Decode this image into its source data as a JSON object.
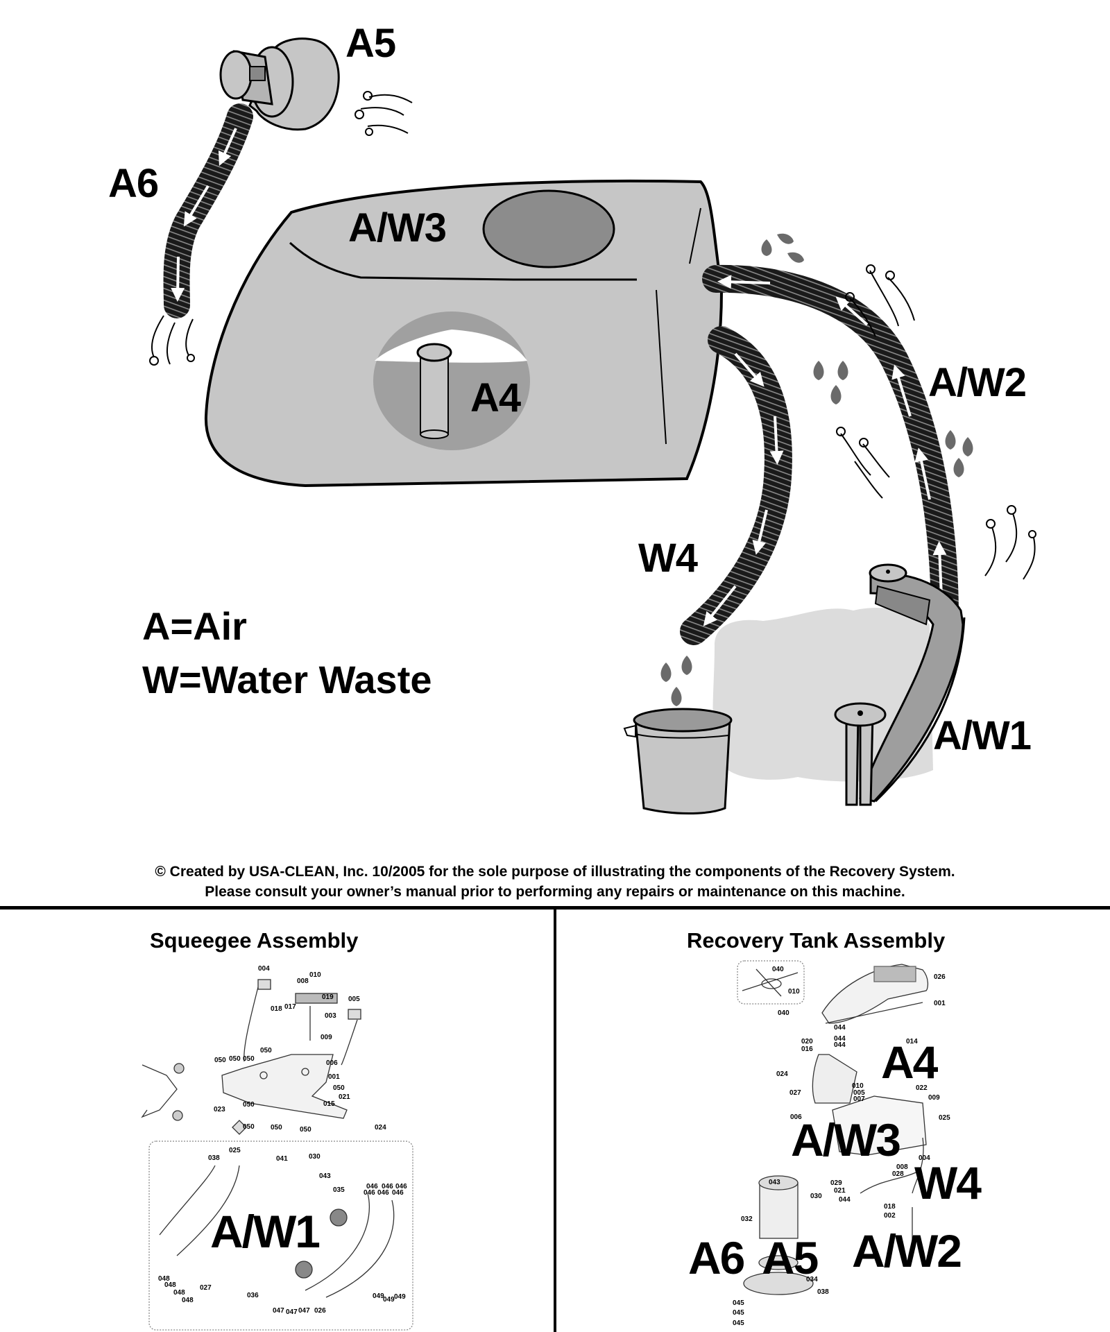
{
  "diagram": {
    "subject": "Floor scrubber recovery system",
    "top_labels": {
      "a5": "A5",
      "a6": "A6",
      "aw3": "A/W3",
      "a4": "A4",
      "aw2": "A/W2",
      "w4": "W4",
      "aw1": "A/W1"
    },
    "legend": {
      "air": "A=Air",
      "water": "W=Water Waste"
    },
    "copyright_note": {
      "line1": "© Created by USA-CLEAN, Inc. 10/2005 for the sole purpose of illustrating the components of the Recovery System.",
      "line2": "Please consult your owner’s manual prior to performing any repairs or maintenance on this machine."
    },
    "colors": {
      "tank_fill": "#c6c6c6",
      "hose": "#1a1a1a",
      "drop": "#6a6a6a",
      "puddle": "#dcdcdc",
      "tank_opening": "#8c8c8c"
    }
  },
  "panels": {
    "squeegee": {
      "title": "Squeegee Assembly",
      "overlay_label": "A/W1",
      "part_numbers": [
        "004",
        "010",
        "008",
        "019",
        "005",
        "018",
        "017",
        "003",
        "009",
        "050",
        "050",
        "050",
        "050",
        "050",
        "006",
        "001",
        "050",
        "021",
        "015",
        "023",
        "050",
        "050",
        "050",
        "050",
        "024",
        "038",
        "025",
        "041",
        "030",
        "043",
        "035",
        "046",
        "046",
        "046",
        "046",
        "046",
        "046",
        "048",
        "048",
        "048",
        "048",
        "027",
        "036",
        "047",
        "047",
        "047",
        "026",
        "049",
        "049",
        "049"
      ]
    },
    "recovery_tank": {
      "title": "Recovery Tank Assembly",
      "overlay_labels": {
        "a4": "A4",
        "aw3": "A/W3",
        "w4": "W4",
        "a6": "A6",
        "a5": "A5",
        "aw2": "A/W2"
      },
      "part_numbers": [
        "040",
        "010",
        "040",
        "026",
        "001",
        "044",
        "044",
        "044",
        "020",
        "016",
        "014",
        "024",
        "022",
        "027",
        "010",
        "005",
        "007",
        "009",
        "006",
        "025",
        "004",
        "008",
        "028",
        "029",
        "021",
        "044",
        "043",
        "030",
        "018",
        "002",
        "032",
        "034",
        "038",
        "045",
        "045",
        "045"
      ]
    }
  }
}
